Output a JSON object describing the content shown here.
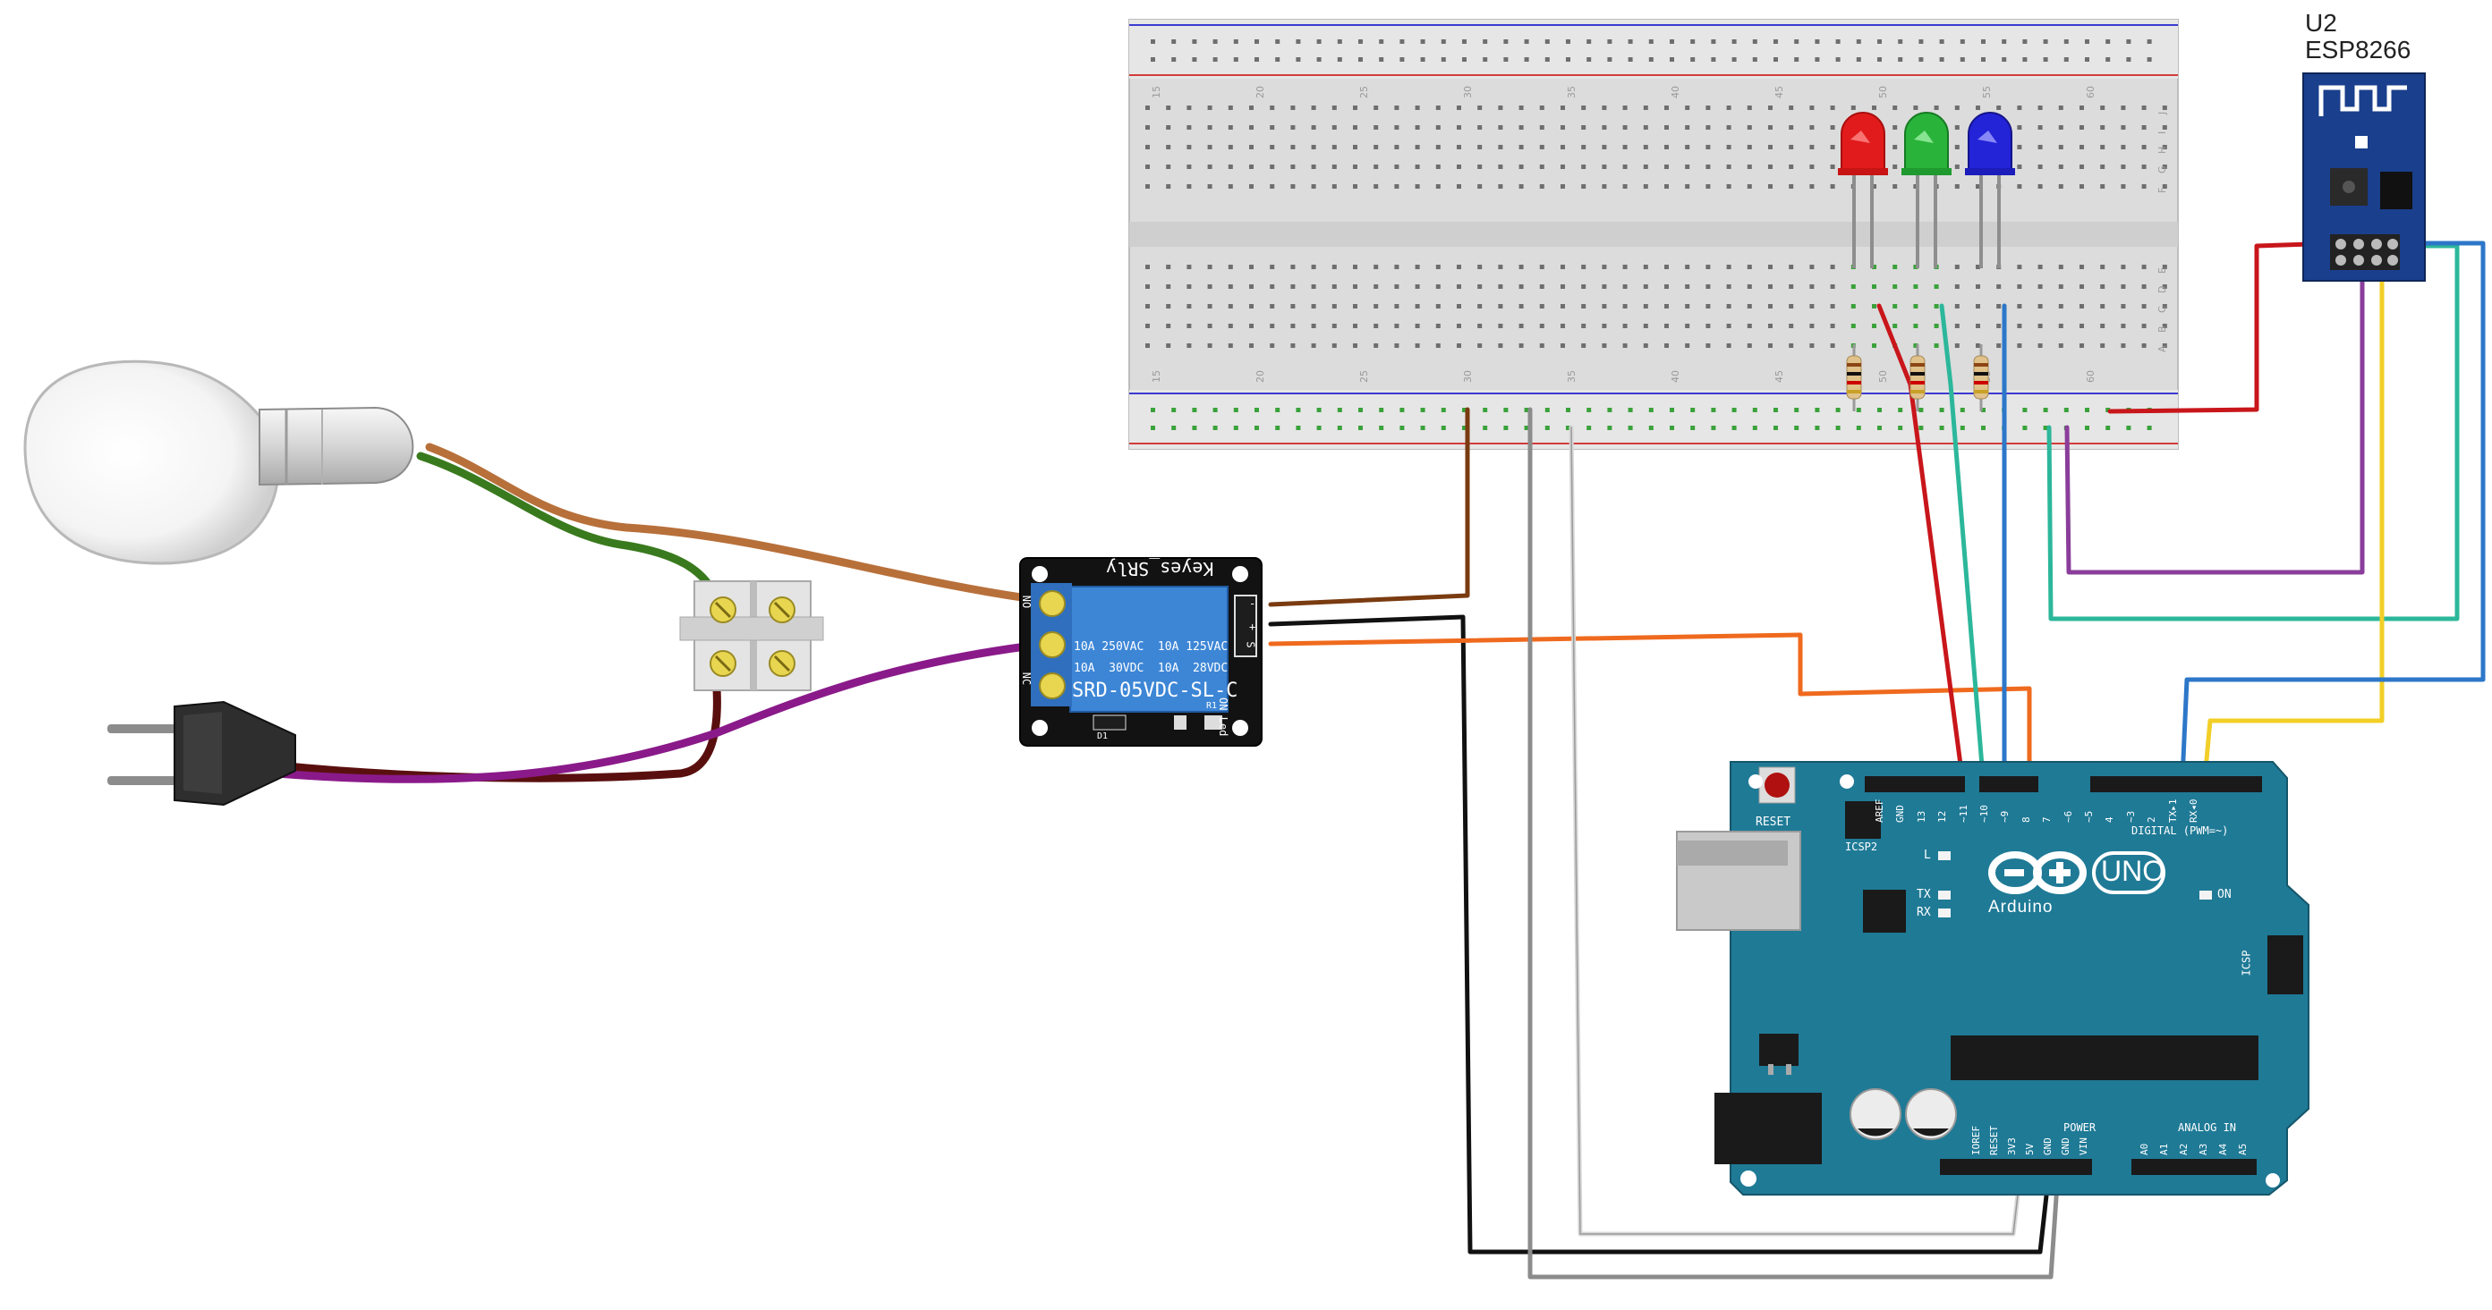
{
  "esp": {
    "ref": "U2",
    "name": "ESP8266"
  },
  "relay": {
    "brand": "Keyes_SRly",
    "rating_row1": "10A 250VAC  10A 125VAC",
    "rating_row2": "10A  30VDC  10A  28VDC",
    "model": "SRD-05VDC-SL-C",
    "led_label": "ON Led",
    "diode_label": "D1",
    "resistor_label": "R1",
    "pin_no": "NO",
    "pin_nc": "NC",
    "pin_s": "S",
    "pin_plus": "+",
    "pin_minus": "-"
  },
  "breadboard": {
    "col_numbers": [
      "15",
      "20",
      "25",
      "30",
      "35",
      "40",
      "45",
      "50",
      "55",
      "60"
    ],
    "row_letters_top": [
      "J",
      "I",
      "H",
      "G",
      "F"
    ],
    "row_letters_bottom": [
      "E",
      "D",
      "C",
      "B",
      "A"
    ]
  },
  "arduino": {
    "reset": "RESET",
    "icsp2": "ICSP2",
    "icsp": "ICSP",
    "brand": "Arduino",
    "model": "UNO",
    "led_l": "L",
    "led_tx": "TX",
    "led_rx": "RX",
    "on": "ON",
    "digital": "DIGITAL (PWM=~)",
    "power": "POWER",
    "analog": "ANALOG IN",
    "top_pins": [
      "AREF",
      "GND",
      "13",
      "12",
      "~11",
      "~10",
      "~9",
      "8",
      "7",
      "~6",
      "~5",
      "4",
      "~3",
      "2",
      "TX▸1",
      "RX◂0"
    ],
    "power_pins": [
      "IOREF",
      "RESET",
      "3V3",
      "5V",
      "GND",
      "GND",
      "VIN"
    ],
    "analog_pins": [
      "A0",
      "A1",
      "A2",
      "A3",
      "A4",
      "A5"
    ]
  },
  "colors": {
    "board_teal": "#1f7a96",
    "relay_blue": "#3d86d6",
    "led_red": "#e11b1b",
    "led_green": "#29b33a",
    "led_blue": "#2323d8",
    "wire_red": "#c8161b",
    "wire_teal": "#2cb79b",
    "wire_blue": "#2d77c9",
    "wire_orange": "#ef6a1e",
    "wire_brown": "#7a3b10",
    "wire_purple": "#8a3d9a",
    "wire_yellow": "#f2cf28",
    "wire_gray": "#8c8c8c"
  }
}
